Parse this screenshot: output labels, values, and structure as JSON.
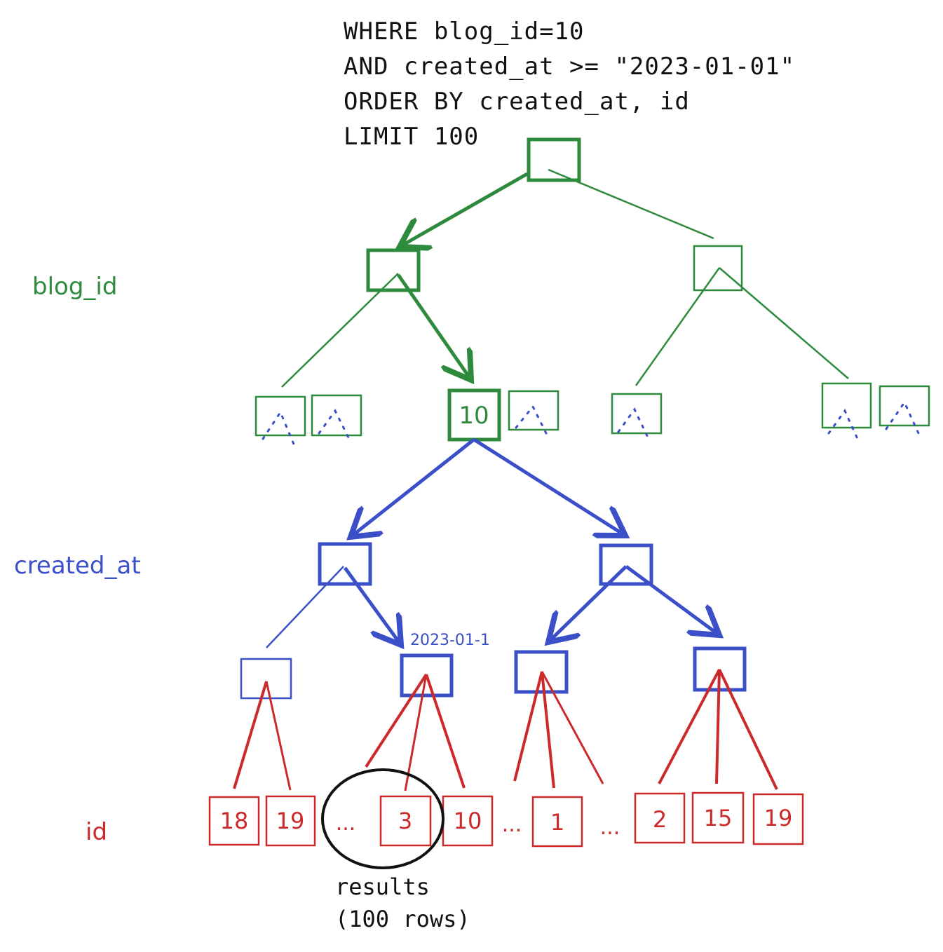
{
  "query": {
    "line1": "WHERE blog_id=10",
    "line2": "AND created_at >= \"2023-01-01\"",
    "line3": "ORDER BY created_at, id",
    "line4": "LIMIT 100"
  },
  "levels": {
    "blog_id": "blog_id",
    "created_at": "created_at",
    "id": "id"
  },
  "blog_id_leaf": "10",
  "created_at_leaf_label": "2023-01-1",
  "id_leaves": {
    "a": "18",
    "b": "19",
    "c": "...",
    "d": "3",
    "e": "10",
    "f": "...",
    "g": "1",
    "h": "...",
    "i": "2",
    "j": "15",
    "k": "19"
  },
  "results": {
    "line1": "results",
    "line2": "(100 rows)"
  },
  "colors": {
    "green": "#2e8b3e",
    "blue": "#3a4fc8",
    "red": "#cc2a2a",
    "black": "#111111"
  }
}
